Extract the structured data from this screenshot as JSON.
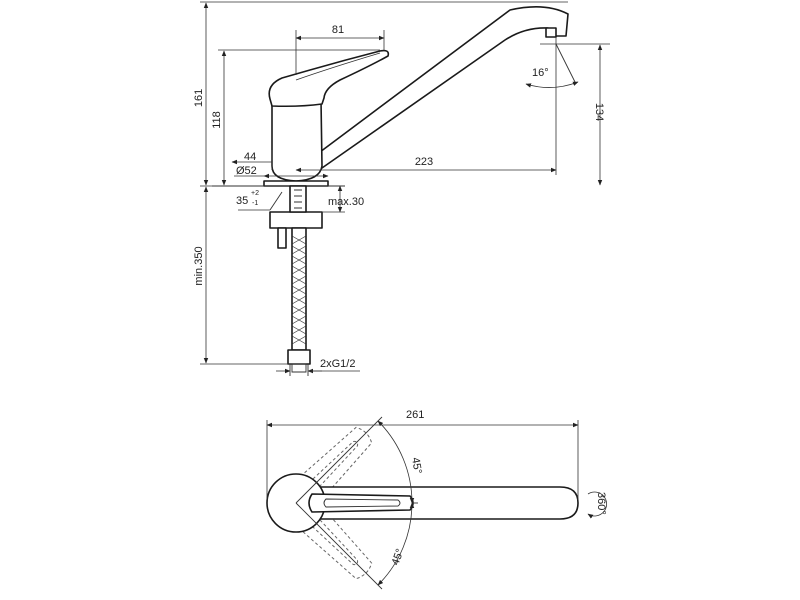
{
  "dimensions": {
    "handle_length": "81",
    "overall_height": "161",
    "body_height": "118",
    "spout_height": "134",
    "spout_angle": "16°",
    "body_offset": "44",
    "base_diameter": "Ø52",
    "spout_reach": "223",
    "hole_diameter": "35",
    "hole_tol_upper": "+2",
    "hole_tol_lower": "-1",
    "max_thickness": "max.30",
    "hose_length": "min.350",
    "connection": "2xG1/2",
    "overall_length": "261",
    "angle_upper": "45°",
    "angle_lower": "45°",
    "rotation": "360°"
  }
}
